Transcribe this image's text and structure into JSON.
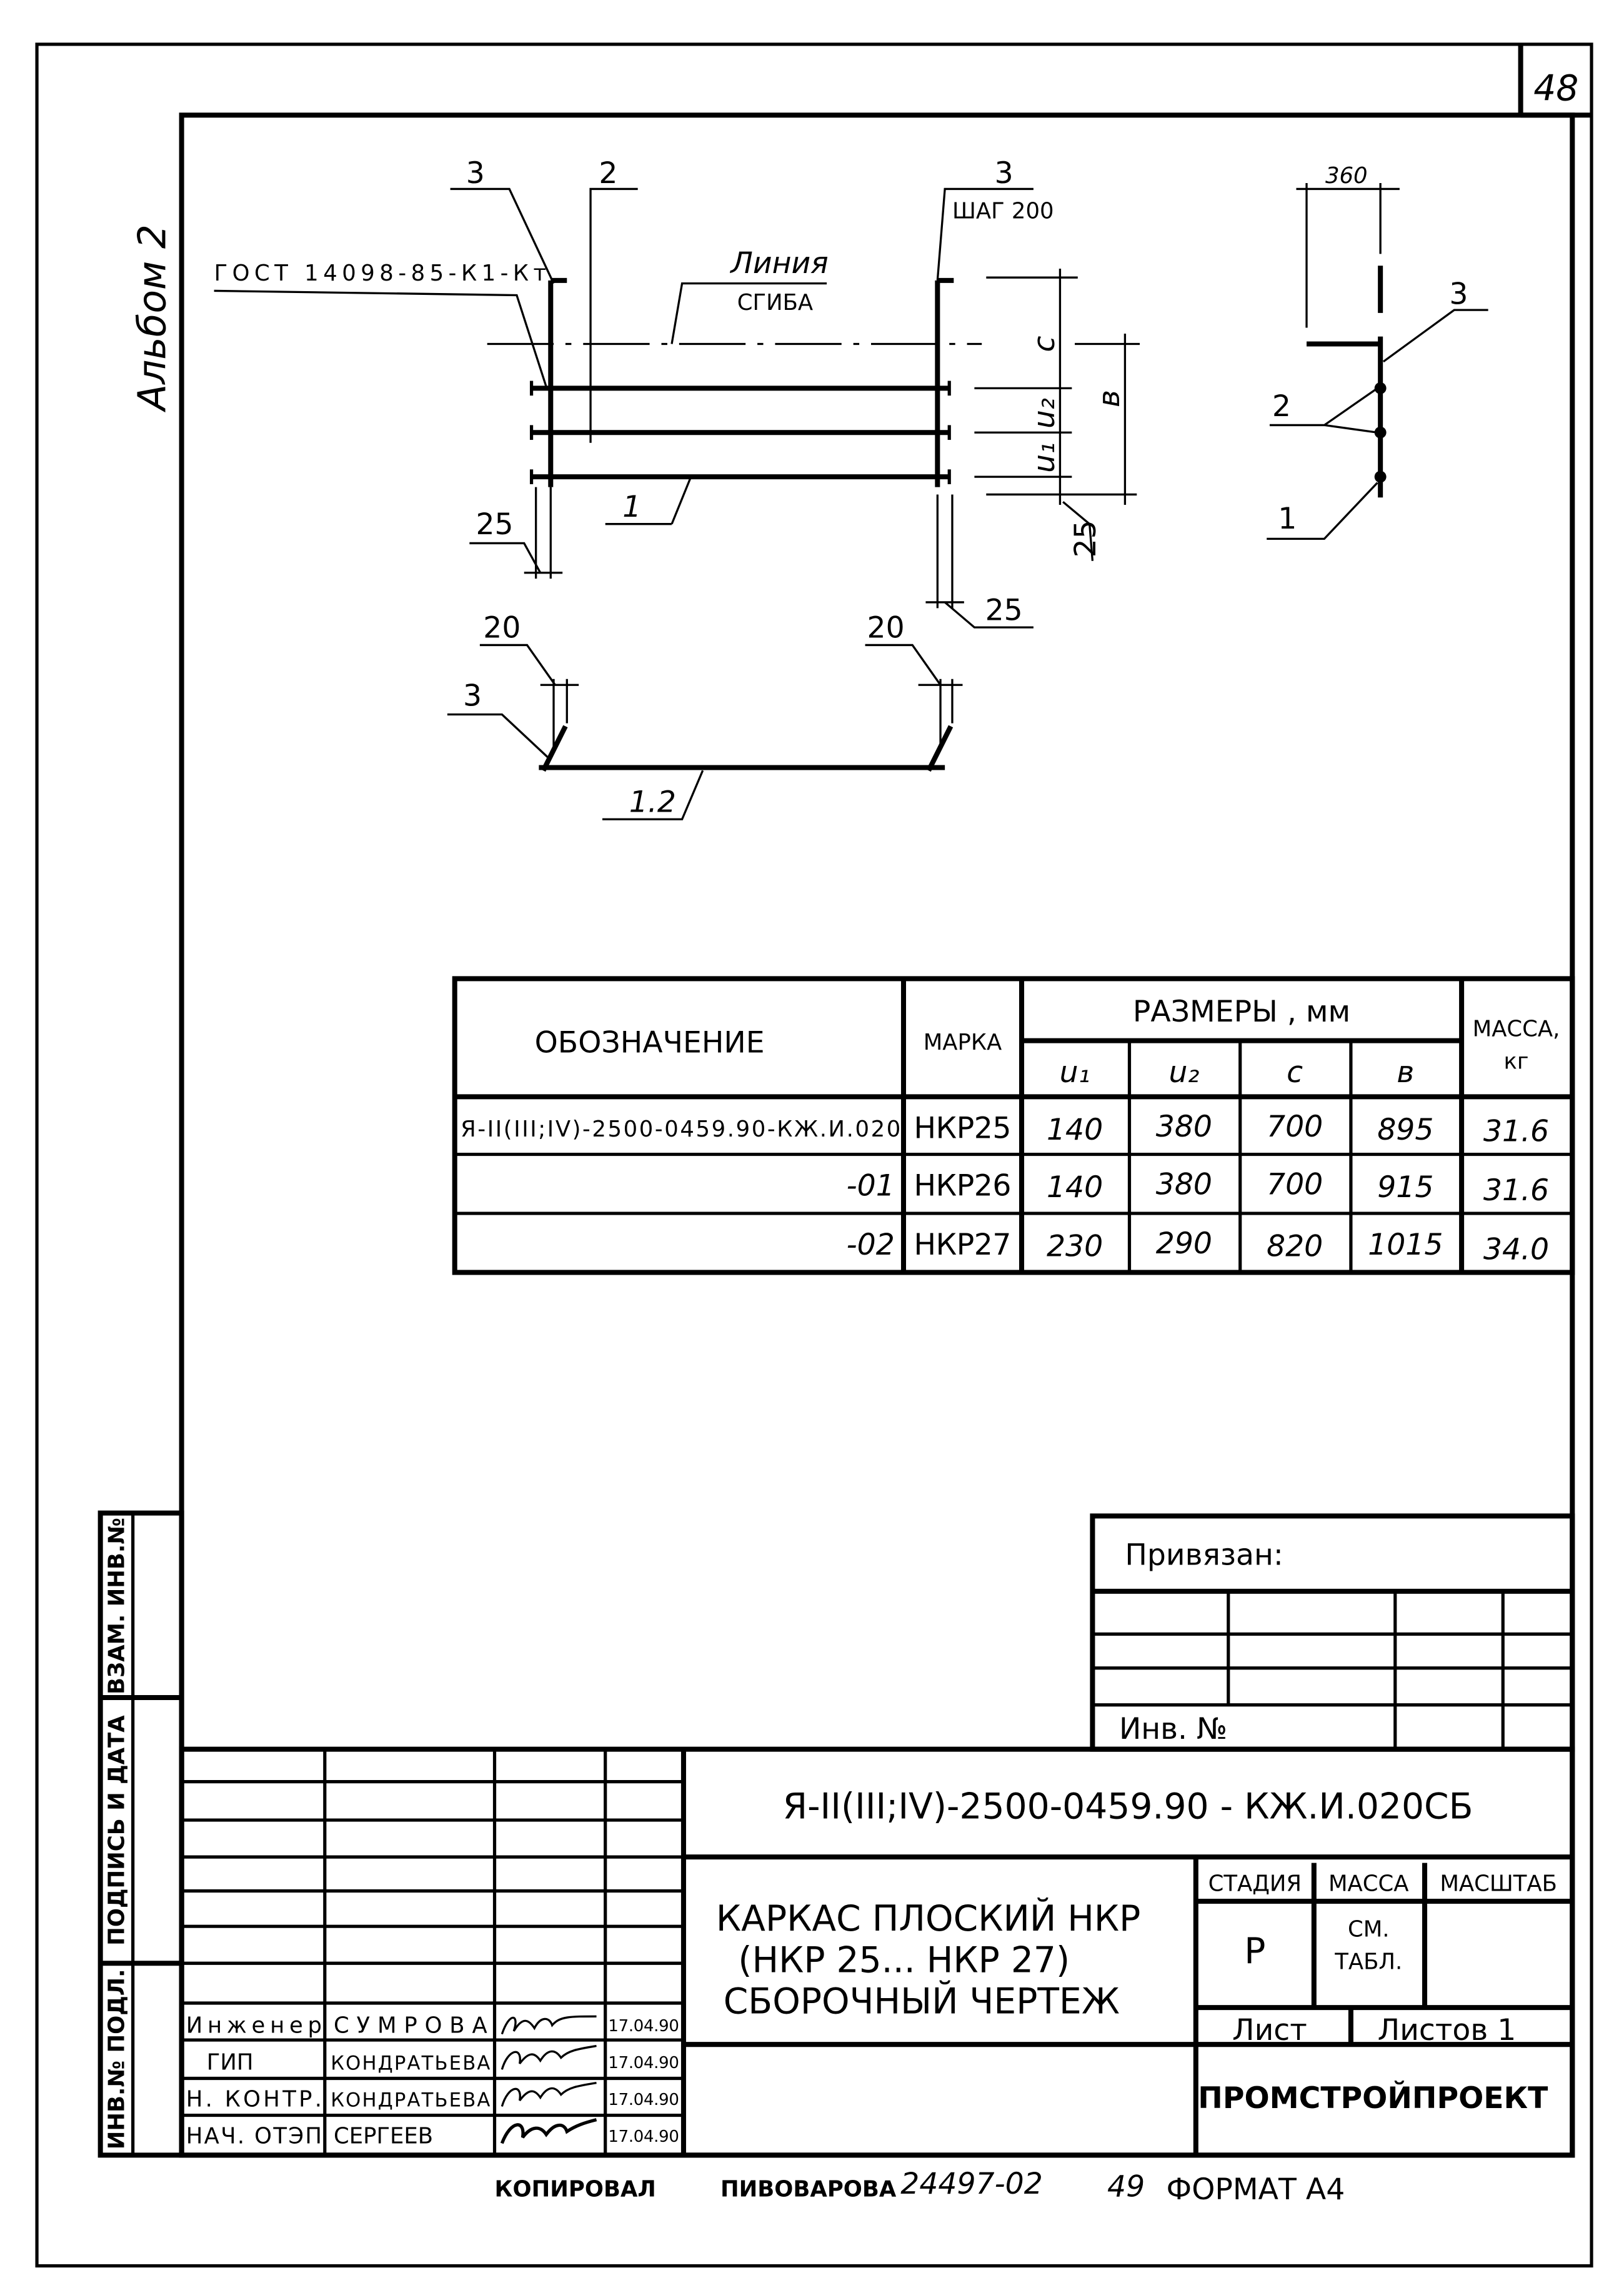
{
  "sheet": {
    "page_number": "48",
    "album_label": "Альбом 2"
  },
  "side_stamp": {
    "vzam_inv": "ВЗАМ. ИНВ.№",
    "signature_date": "ПОДПИСЬ И ДАТА",
    "inv_podl": "ИНВ.№ ПОДЛ."
  },
  "drawing": {
    "plan": {
      "pos_3_left": "3",
      "pos_2": "2",
      "pos_3_right": "3",
      "step": "ШАГ 200",
      "gost": "ГОСТ 14098-85-К1-Кт",
      "bend_line_1": "Линия",
      "bend_line_2": "СГИБА",
      "dim_c": "с",
      "dim_u2": "u₂",
      "dim_u1": "u₁",
      "dim_b": "в",
      "dim_25_left": "25",
      "dim_25_right": "25",
      "dim_25_bottom": "25",
      "pos_1": "1"
    },
    "section": {
      "dim_360": "360",
      "pos_3": "3",
      "pos_2": "2",
      "pos_1": "1"
    },
    "bent_view": {
      "dim_20_left": "20",
      "dim_20_right": "20",
      "pos_3": "3",
      "pos_12": "1.2"
    }
  },
  "spec_table": {
    "headers": {
      "designation": "ОБОЗНАЧЕНИЕ",
      "mark": "МАРКА",
      "sizes": "РАЗМЕРЫ , мм",
      "mass_1": "МАССА,",
      "mass_2": "кг",
      "u1": "u₁",
      "u2": "u₂",
      "c": "с",
      "b": "в"
    },
    "rows": [
      {
        "designation": "Я-II(III;IV)-2500-0459.90-КЖ.И.020",
        "mark": "НКР25",
        "u1": "140",
        "u2": "380",
        "c": "700",
        "b": "895",
        "mass": "31.6"
      },
      {
        "designation": "-01",
        "mark": "НКР26",
        "u1": "140",
        "u2": "380",
        "c": "700",
        "b": "915",
        "mass": "31.6"
      },
      {
        "designation": "-02",
        "mark": "НКР27",
        "u1": "230",
        "u2": "290",
        "c": "820",
        "b": "1015",
        "mass": "34.0"
      }
    ]
  },
  "binding_block": {
    "title": "Привязан:",
    "inv_no": "Инв. №"
  },
  "title_block": {
    "doc_number": "Я-II(III;IV)-2500-0459.90 - КЖ.И.020СБ",
    "name_1": "КАРКАС ПЛОСКИЙ  НКР",
    "name_2": "(НКР 25... НКР 27)",
    "name_3": "СБОРОЧНЫЙ  ЧЕРТЕЖ",
    "stage_label": "СТАДИЯ",
    "mass_label": "МАССА",
    "scale_label": "МАСШТАБ",
    "stage_value": "Р",
    "mass_value_1": "СМ.",
    "mass_value_2": "ТАБЛ.",
    "sheet_label": "Лист",
    "sheets_label": "Листов 1",
    "organization": "ПРОМСТРОЙПРОЕКТ",
    "signatures": [
      {
        "role": "Инженер",
        "name": "СУМРОВА",
        "date": "17.04.90"
      },
      {
        "role": "ГИП",
        "name": "КОНДРАТЬЕВА",
        "date": "17.04.90"
      },
      {
        "role": "Н. КОНТР.",
        "name": "КОНДРАТЬЕВА",
        "date": "17.04.90"
      },
      {
        "role": "НАЧ. ОТЭП",
        "name": "СЕРГЕЕВ",
        "date": "17.04.90"
      }
    ]
  },
  "footer": {
    "copied_label": "КОПИРОВАЛ",
    "copied_by": "ПИВОВАРОВА",
    "order_no": "24497-02",
    "sheet_no": "49",
    "format": "ФОРМАТ А4"
  }
}
